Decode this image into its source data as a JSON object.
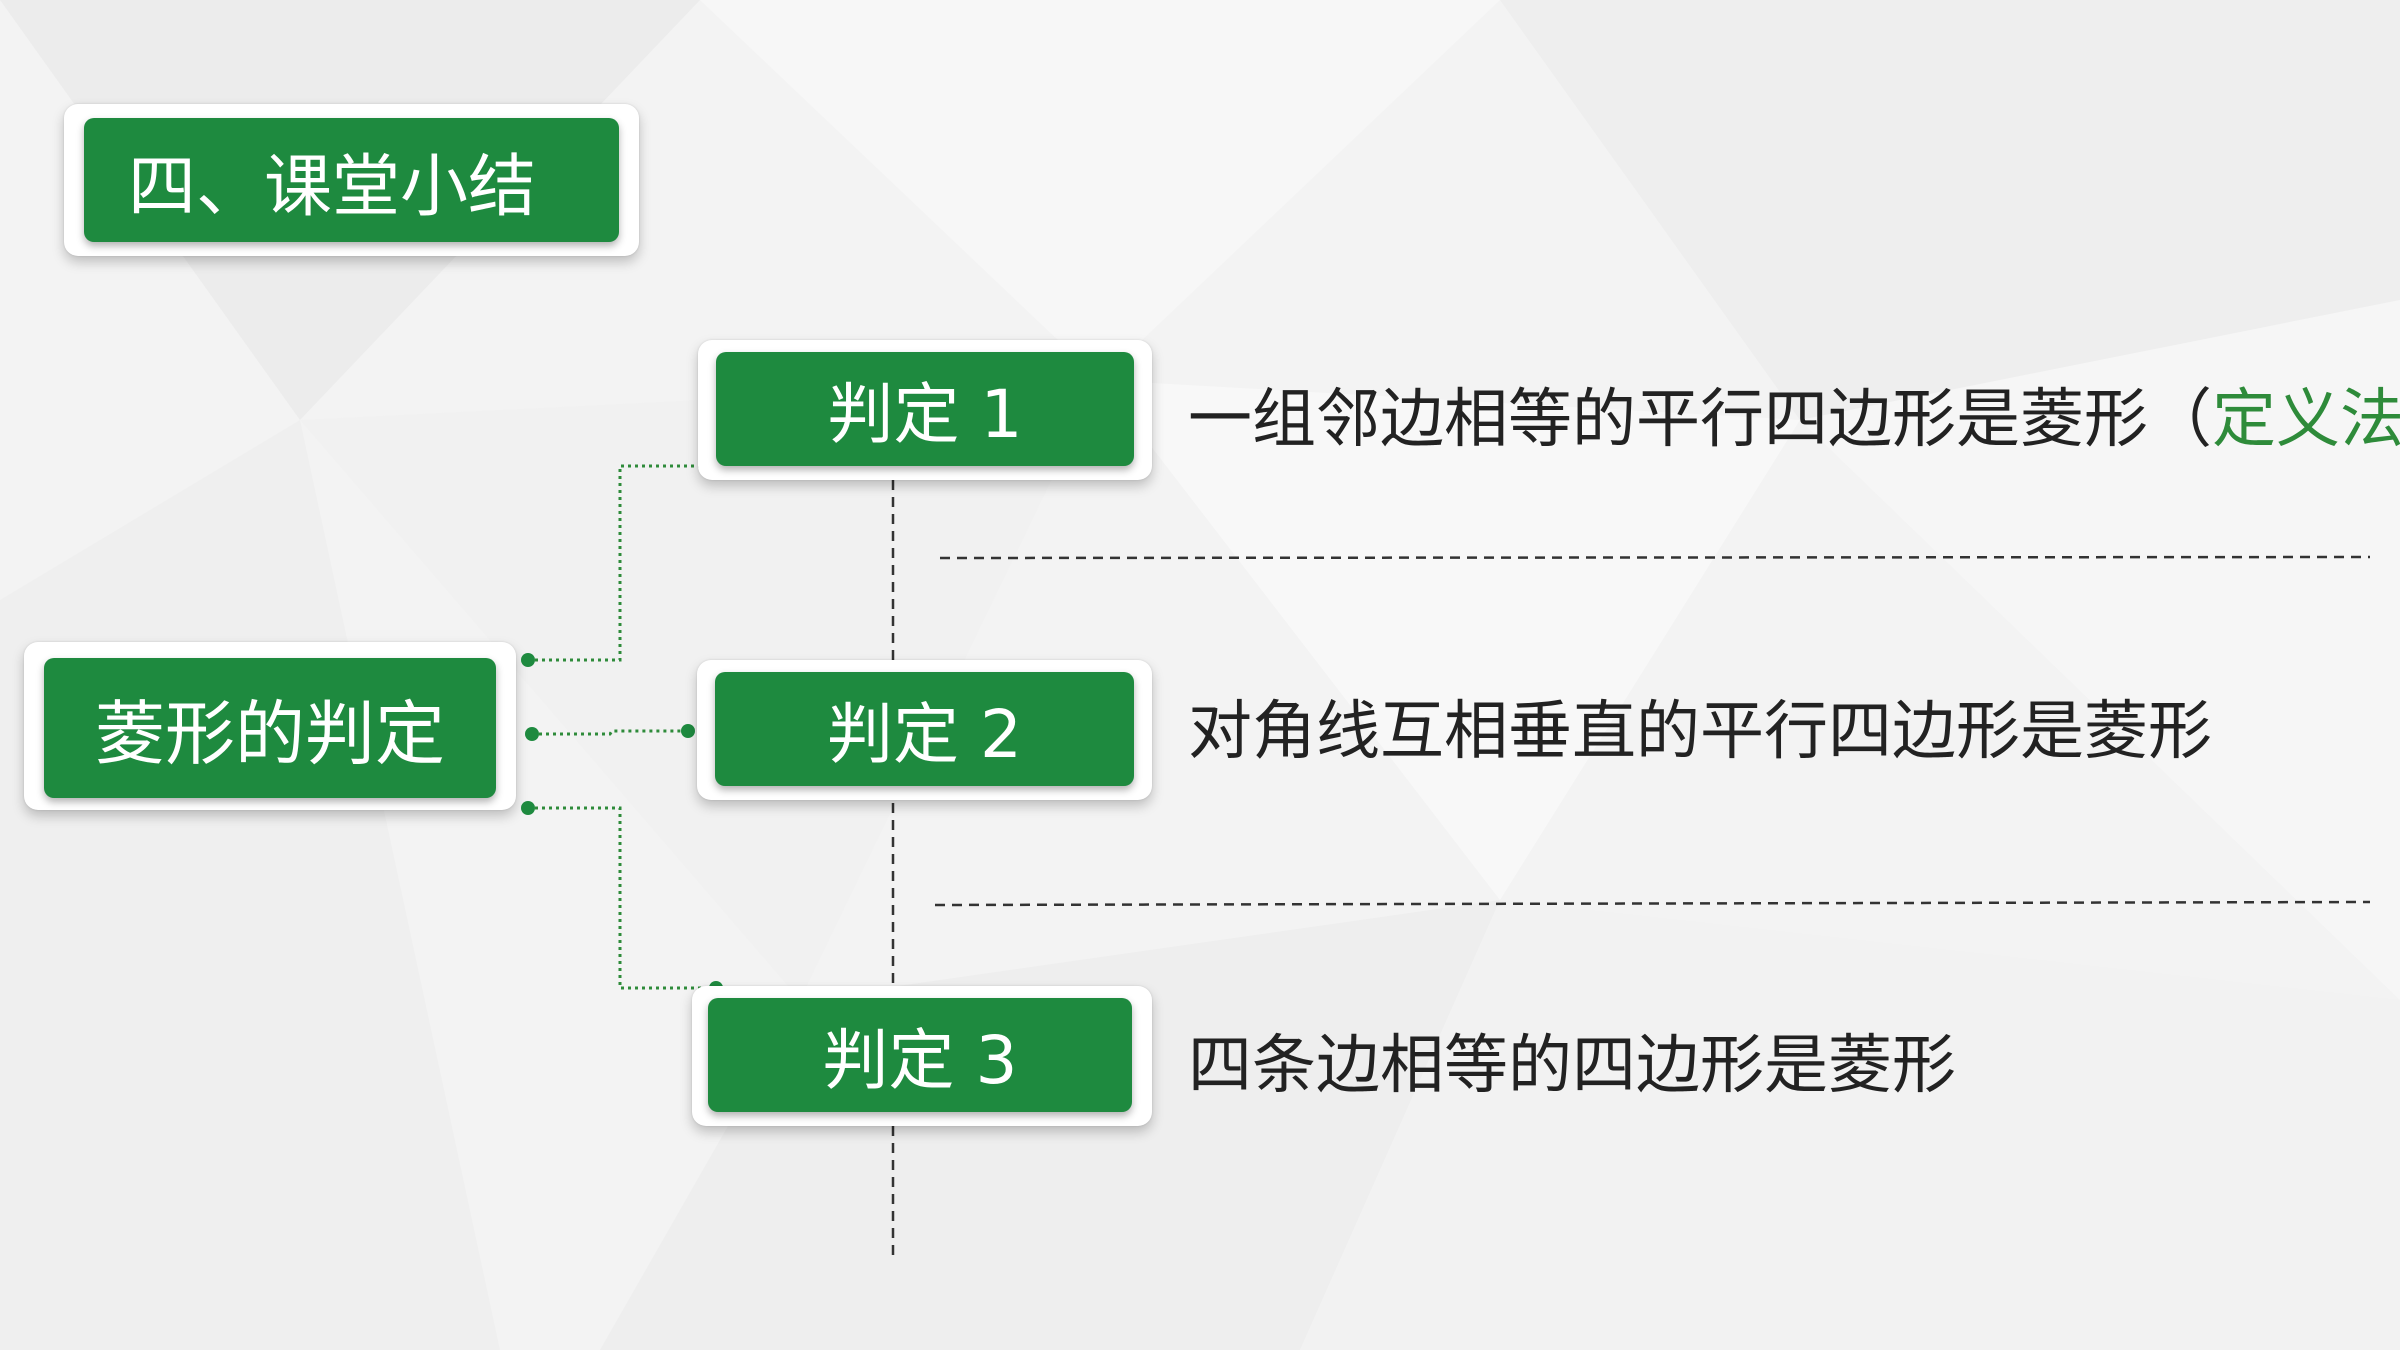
{
  "title": "四、课堂小结",
  "main_topic": "菱形的判定",
  "criteria": [
    {
      "label": "判定 1",
      "text": "一组邻边相等的平行四边形是菱形",
      "paren_open": "（",
      "note": "定义法",
      "paren_close": "）"
    },
    {
      "label": "判定 2",
      "text": "对角线互相垂直的平行四边形是菱形"
    },
    {
      "label": "判定 3",
      "text": "四条边相等的四边形是菱形"
    }
  ],
  "colors": {
    "accent_green": "#1e8a3f",
    "note_green": "#2e8b3a",
    "text": "#222222"
  }
}
